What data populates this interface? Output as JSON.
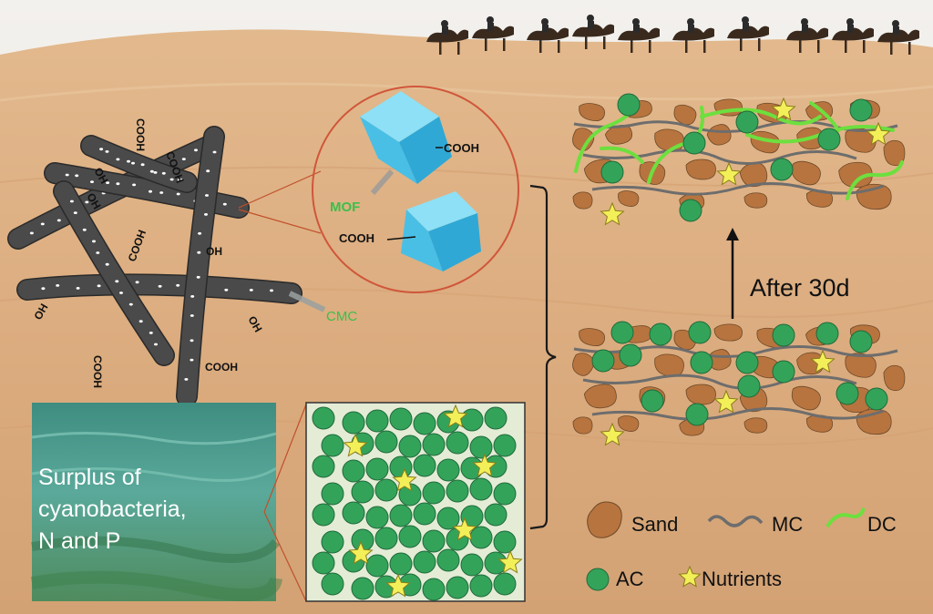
{
  "fiber_groups": {
    "cooh": "COOH",
    "oh": "OH"
  },
  "zoom": {
    "mof_label": "MOF",
    "cooh": "COOH"
  },
  "cmc_label": "CMC",
  "water_panel": {
    "line1": "Surplus of",
    "line2": "cyanobacteria,",
    "line3": "N and P"
  },
  "arrow_label": "After 30d",
  "legend": {
    "sand": "Sand",
    "mc": "MC",
    "dc": "DC",
    "ac": "AC",
    "nutrients": "Nutrients"
  },
  "colors": {
    "sand_particle": "#b8743e",
    "ac_circle": "#34a35a",
    "nutrient_star": "#f3ef59",
    "dc_line": "#6ddf3e",
    "mc_line": "#6d6d6d",
    "fiber": "#4a4a4a",
    "mof_cube": "#66ccee",
    "label_green": "#3cbf4a"
  }
}
